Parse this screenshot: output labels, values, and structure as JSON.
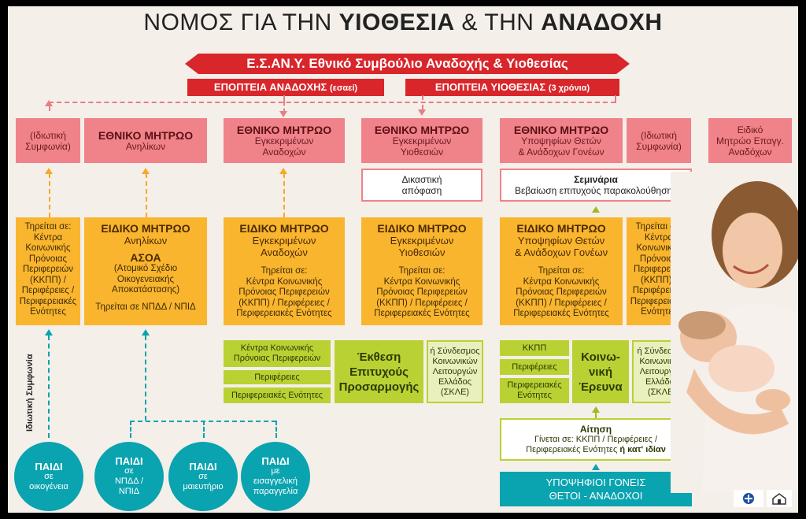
{
  "title": {
    "light1": "ΝΟΜΟΣ ΓΙΑ ΤΗΝ ",
    "bold1": "ΥΙΟΘΕΣΙΑ",
    "light2": " & ΤΗΝ ",
    "bold2": "ΑΝΑΔΟΧΗ"
  },
  "banner": "Ε.Σ.ΑΝ.Υ. Εθνικό Συμβούλιο Αναδοχής & Υιοθεσίας",
  "supervision": {
    "foster": {
      "main": "ΕΠΟΠΤΕΙΑ ΑΝΑΔΟΧΗΣ",
      "note": "(εσαεί)"
    },
    "adoption": {
      "main": "ΕΠΟΠΤΕΙΑ ΥΙΟΘΕΣΙΑΣ",
      "note": "(3 χρόνια)"
    }
  },
  "national": {
    "private1": [
      "(Ιδιωτική",
      "Συμφωνία)"
    ],
    "minors": {
      "title": "ΕΘΝΙΚΟ ΜΗΤΡΩΟ",
      "sub": "Ανηλίκων"
    },
    "approved_foster": {
      "title": "ΕΘΝΙΚΟ ΜΗΤΡΩΟ",
      "sub1": "Εγκεκριμένων",
      "sub2": "Αναδοχών"
    },
    "approved_adoption": {
      "title": "ΕΘΝΙΚΟ ΜΗΤΡΩΟ",
      "sub1": "Εγκεκριμένων",
      "sub2": "Υιοθεσιών"
    },
    "candidates": {
      "title": "ΕΘΝΙΚΟ ΜΗΤΡΩΟ",
      "sub1": "Υποψηφίων Θετών",
      "sub2": "& Ανάδοχων Γονέων"
    },
    "private2": [
      "(Ιδιωτική",
      "Συμφωνία)"
    ],
    "special": [
      "Ειδικό",
      "Μητρώο Επαγγ.",
      "Αναδόχων"
    ]
  },
  "court": [
    "Δικαστική",
    "απόφαση"
  ],
  "seminars": {
    "title": "Σεμινάρια",
    "sub": "Βεβαίωση επιτυχούς παρακολούθησης"
  },
  "special": {
    "kept1": [
      "Τηρείται σε:",
      "Κέντρα",
      "Κοινωνικής",
      "Πρόνοιας",
      "Περιφερειών",
      "(ΚΚΠΠ) /",
      "Περιφέρειες /",
      "Περιφερειακές",
      "Ενότητες"
    ],
    "minors": {
      "title": "ΕΙΔΙΚΟ ΜΗΤΡΩΟ",
      "sub": "Ανηλίκων",
      "asoa": "ΑΣΟΑ",
      "asoa_desc": [
        "(Ατομικό Σχέδιο",
        "Οικογενειακής",
        "Αποκατάστασης)"
      ],
      "kept": "Τηρείται σε ΝΠΔΔ / ΝΠΙΔ"
    },
    "foster": {
      "title": "ΕΙΔΙΚΟ ΜΗΤΡΩΟ",
      "sub1": "Εγκεκριμένων",
      "sub2": "Αναδοχών",
      "kept": [
        "Τηρείται σε:",
        "Κέντρα Κοινωνικής",
        "Πρόνοιας Περιφερειών",
        "(ΚΚΠΠ) / Περιφέρειες /",
        "Περιφερειακές Ενότητες"
      ]
    },
    "adoption": {
      "title": "ΕΙΔΙΚΟ ΜΗΤΡΩΟ",
      "sub1": "Εγκεκριμένων",
      "sub2": "Υιοθεσιών",
      "kept": [
        "Τηρείται σε:",
        "Κέντρα Κοινωνικής",
        "Πρόνοιας Περιφερειών",
        "(ΚΚΠΠ) / Περιφέρειες /",
        "Περιφερειακές Ενότητες"
      ]
    },
    "candidates": {
      "title": "ΕΙΔΙΚΟ ΜΗΤΡΩΟ",
      "sub1": "Υποψηφίων Θετών",
      "sub2": "& Ανάδοχων Γονέων",
      "kept": [
        "Τηρείται σε:",
        "Κέντρα Κοινωνικής",
        "Πρόνοιας Περιφερειών",
        "(ΚΚΠΠ) / Περιφέρειες /",
        "Περιφερειακές Ενότητες"
      ]
    },
    "kept2": [
      "Τηρείται σε:",
      "Κέντρα",
      "Κοινωνικής",
      "Πρόνοιας",
      "Περιφερειών",
      "(ΚΚΠΠ) /",
      "Περιφέρειες /",
      "Περιφερειακές",
      "Ενότητες"
    ]
  },
  "report": {
    "left": [
      "Κέντρα Κοινωνικής Πρόνοιας Περιφερειών",
      "Περιφέρειες",
      "Περιφερειακές Ενότητες"
    ],
    "center": [
      "Έκθεση",
      "Επιτυχούς",
      "Προσαρμογής"
    ],
    "right": [
      "ή Σύνδεσμος",
      "Κοινωνικών",
      "Λειτουργών",
      "Ελλάδος",
      "(ΣΚΛΕ)"
    ]
  },
  "research": {
    "left": [
      "ΚΚΠΠ",
      "Περιφέρειες",
      "Περιφερειακές Ενότητες"
    ],
    "center": [
      "Κοινω-",
      "νική",
      "Έρευνα"
    ],
    "right": [
      "ή Σύνδεσμος",
      "Κοινωνικών",
      "Λειτουργών",
      "Ελλάδος",
      "(ΣΚΛΕ)"
    ]
  },
  "application": {
    "title": "Αίτηση",
    "line1": "Γίνεται σε: ΚΚΠΠ / Περιφέρειες /",
    "line2a": "Περιφερειακές Ενότητες ",
    "line2b": "ή κατ' ιδίαν"
  },
  "candidate_parents": [
    "ΥΠΟΨΗΦΙΟΙ ΓΟΝΕΙΣ",
    "ΘΕΤΟΙ - ΑΝΑΔΟΧΟΙ"
  ],
  "private_label": "Ιδιωτική Συμφωνία",
  "children": [
    {
      "title": "ΠΑΙΔΙ",
      "lines": [
        "σε",
        "οικογένεια"
      ]
    },
    {
      "title": "ΠΑΙΔΙ",
      "lines": [
        "σε",
        "ΝΠΔΔ /",
        "ΝΠΙΔ"
      ]
    },
    {
      "title": "ΠΑΙΔΙ",
      "lines": [
        "σε",
        "μαιευτήριο"
      ]
    },
    {
      "title": "ΠΑΙΔΙ",
      "lines": [
        "με",
        "εισαγγελική",
        "παραγγελία"
      ]
    }
  ],
  "colors": {
    "red": "#d9262b",
    "pink": "#f0828a",
    "orange": "#fab52e",
    "green": "#bad133",
    "teal": "#0aa3b0"
  },
  "icons": [
    "ministry-logo-icon",
    "house-logo-icon"
  ]
}
